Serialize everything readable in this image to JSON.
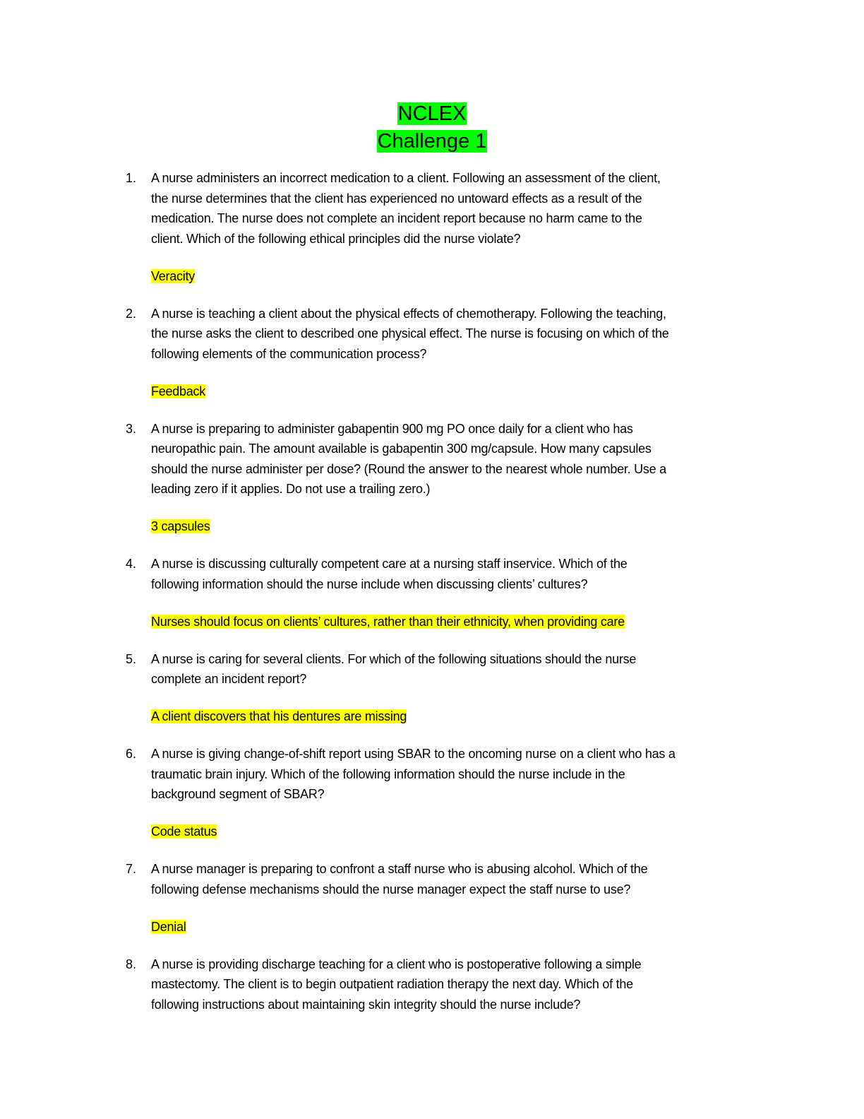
{
  "title": [
    "NCLEX",
    "Challenge 1"
  ],
  "colors": {
    "title_highlight": "#00ff00",
    "answer_highlight": "#ffff00"
  },
  "questions": [
    {
      "number": "1.",
      "lines": [
        "A nurse administers an incorrect medication to a client. Following an assessment of the client,",
        "the nurse determines that the client has experienced no untoward effects as a result of the",
        "medication. The nurse does not complete an incident report because no harm came to the",
        "client. Which of the following ethical principles did the nurse violate?"
      ],
      "answer": "Veracity"
    },
    {
      "number": "2.",
      "lines": [
        "A nurse is teaching a client about the physical effects of chemotherapy. Following the teaching,",
        "the nurse asks the client to described one physical effect. The nurse is focusing on which of the",
        "following elements of the communication process?"
      ],
      "answer": "Feedback"
    },
    {
      "number": "3.",
      "lines": [
        "A nurse is preparing to administer gabapentin 900 mg PO once daily for a client who has",
        "neuropathic pain. The amount available is gabapentin 300 mg/capsule. How many capsules",
        "should the nurse administer per dose? (Round the answer to the nearest whole number. Use a",
        "leading zero if it applies. Do not use a trailing zero.)"
      ],
      "answer": "3 capsules"
    },
    {
      "number": "4.",
      "lines": [
        "A nurse is discussing culturally competent care at a nursing staff inservice. Which of the",
        "following information should the nurse include when discussing clients’ cultures?"
      ],
      "answer": "Nurses should focus on clients’ cultures, rather than their ethnicity, when providing care"
    },
    {
      "number": "5.",
      "lines": [
        "A nurse is caring for several clients. For which of the following situations should the nurse",
        "complete an incident report?"
      ],
      "answer": "A client discovers that his dentures are missing"
    },
    {
      "number": "6.",
      "lines": [
        "A nurse is giving change-of-shift report using SBAR to the oncoming nurse on a client who has a",
        "traumatic brain injury. Which of the following information should the nurse include in the",
        "background segment of SBAR?"
      ],
      "answer": "Code status"
    },
    {
      "number": "7.",
      "lines": [
        "A nurse manager is preparing to confront a staff nurse who is abusing alcohol. Which of the",
        "following defense mechanisms should the nurse manager expect the staff nurse to use?"
      ],
      "answer": "Denial"
    },
    {
      "number": "8.",
      "lines": [
        "A nurse is providing discharge teaching for a client who is postoperative following a simple",
        "mastectomy. The client is to begin outpatient radiation therapy the next day. Which of the",
        "following instructions about maintaining skin integrity should the nurse include?"
      ],
      "answer": null
    }
  ]
}
